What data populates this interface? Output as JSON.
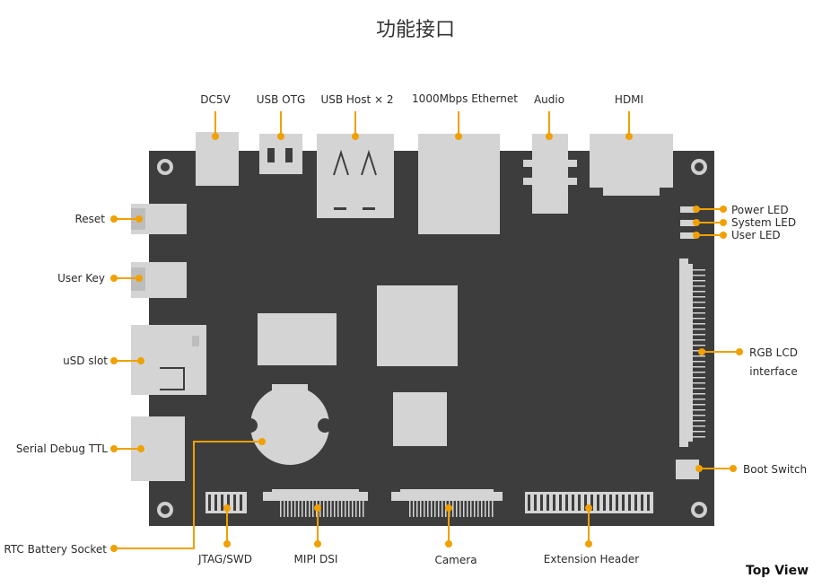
{
  "title": "功能接口",
  "view_label": "Top View",
  "colors": {
    "board": "#3d3d3d",
    "component": "#d4d4d4",
    "leader": "#f0a000",
    "text": "#2a2a2a"
  },
  "labels": {
    "dc5v": "DC5V",
    "usb_otg": "USB OTG",
    "usb_host": "USB  Host  × 2",
    "ethernet": "1000Mbps Ethernet",
    "audio": "Audio",
    "hdmi": "HDMI",
    "reset": "Reset",
    "user_key": "User  Key",
    "usd_slot": "uSD  slot",
    "serial_debug": "Serial Debug  TTL",
    "rtc_battery": "RTC Battery Socket",
    "jtag": "JTAG/SWD",
    "mipi_dsi": "MIPI  DSI",
    "camera": "Camera",
    "extension": "Extension Header",
    "power_led": "Power LED",
    "system_led": "System LED",
    "user_led": "User LED",
    "rgb_lcd_1": "RGB  LCD",
    "rgb_lcd_2": "interface",
    "boot_switch": "Boot  Switch"
  }
}
